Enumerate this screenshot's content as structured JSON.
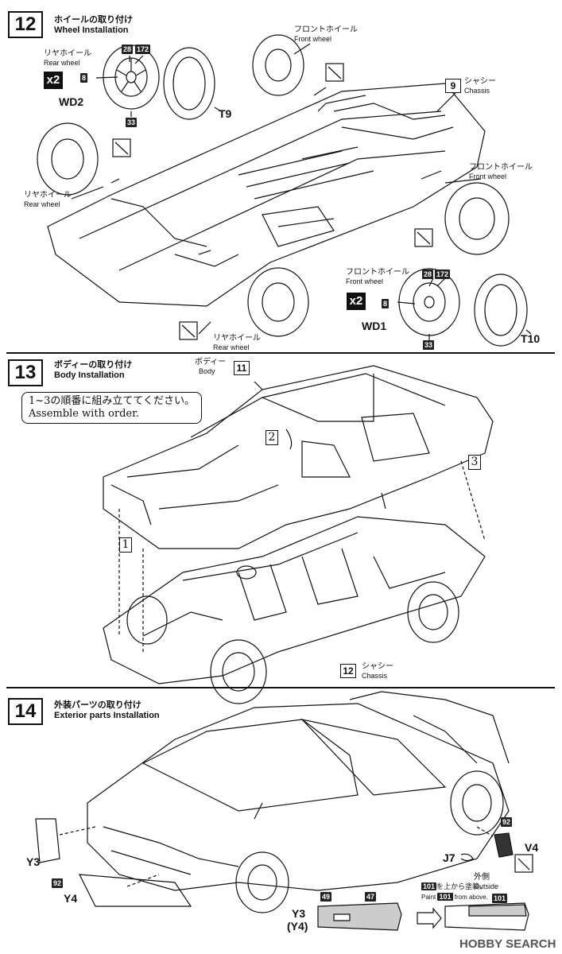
{
  "step12": {
    "number": "12",
    "title_jp": "ホイールの取り付け",
    "title_en": "Wheel Installation",
    "rear_wheel_jp": "リヤホイール",
    "rear_wheel_en": "Rear wheel",
    "front_wheel_jp": "フロントホイール",
    "front_wheel_en": "Front wheel",
    "multiplier": "x2",
    "part_8": "8",
    "part_28": "28",
    "part_172": "172",
    "part_33": "33",
    "wd2": "WD2",
    "wd1": "WD1",
    "t9": "T9",
    "t10": "T10",
    "chassis_num": "9",
    "chassis_jp": "シャシー",
    "chassis_en": "Chassis"
  },
  "step13": {
    "number": "13",
    "title_jp": "ボディーの取り付け",
    "title_en": "Body Installation",
    "body_jp": "ボディー",
    "body_en": "Body",
    "body_num": "11",
    "note_jp": "1~3の順番に組み立ててください。",
    "note_en": "Assemble with order.",
    "order_1": "1",
    "order_2": "2",
    "order_3": "3",
    "chassis_num": "12",
    "chassis_jp": "シャシー",
    "chassis_en": "Chassis"
  },
  "step14": {
    "number": "14",
    "title_jp": "外装パーツの取り付け",
    "title_en": "Exterior parts Installation",
    "y3": "Y3",
    "y4": "Y4",
    "y4_paren": "(Y4)",
    "v4": "V4",
    "j7": "J7",
    "part_92": "92",
    "part_49": "49",
    "part_47": "47",
    "part_101": "101",
    "outside_jp": "外側",
    "outside_en": "Outside",
    "paint_jp": "を上から塗装。",
    "paint_en_pre": "Paint",
    "paint_en_post": "from above."
  },
  "watermark": "HOBBY SEARCH"
}
